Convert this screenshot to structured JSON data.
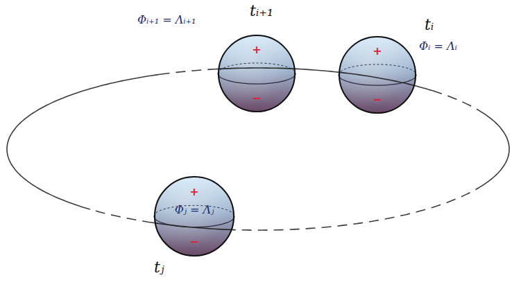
{
  "diagram": {
    "nodes": [
      {
        "text": [
          "+",
          "−"
        ]
      },
      {
        "text": [
          "+",
          "−"
        ]
      },
      {
        "text": [
          "+",
          "Φⱼ = Λⱼ",
          "−"
        ]
      }
    ],
    "labels": [
      "Φᵢ₊₁ = Λᵢ₊₁",
      "tᵢ₊₁",
      "tᵢ",
      "Φᵢ = Λᵢ",
      "tⱼ"
    ]
  }
}
